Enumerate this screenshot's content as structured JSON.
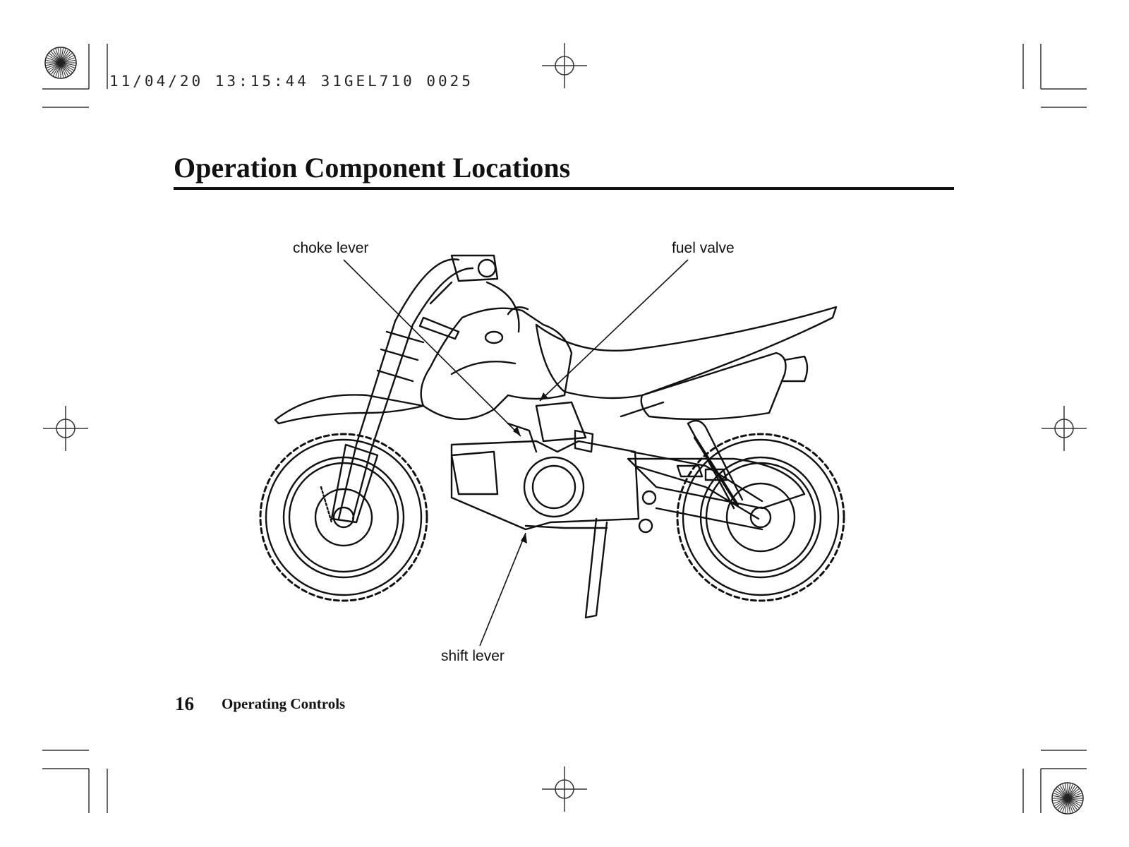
{
  "print_header": "11/04/20 13:15:44 31GEL710 0025",
  "title": "Operation Component Locations",
  "figure": {
    "callouts": {
      "choke_lever": "choke lever",
      "fuel_valve": "fuel valve",
      "shift_lever": "shift lever"
    }
  },
  "footer": {
    "page_number": "16",
    "section": "Operating Controls"
  }
}
